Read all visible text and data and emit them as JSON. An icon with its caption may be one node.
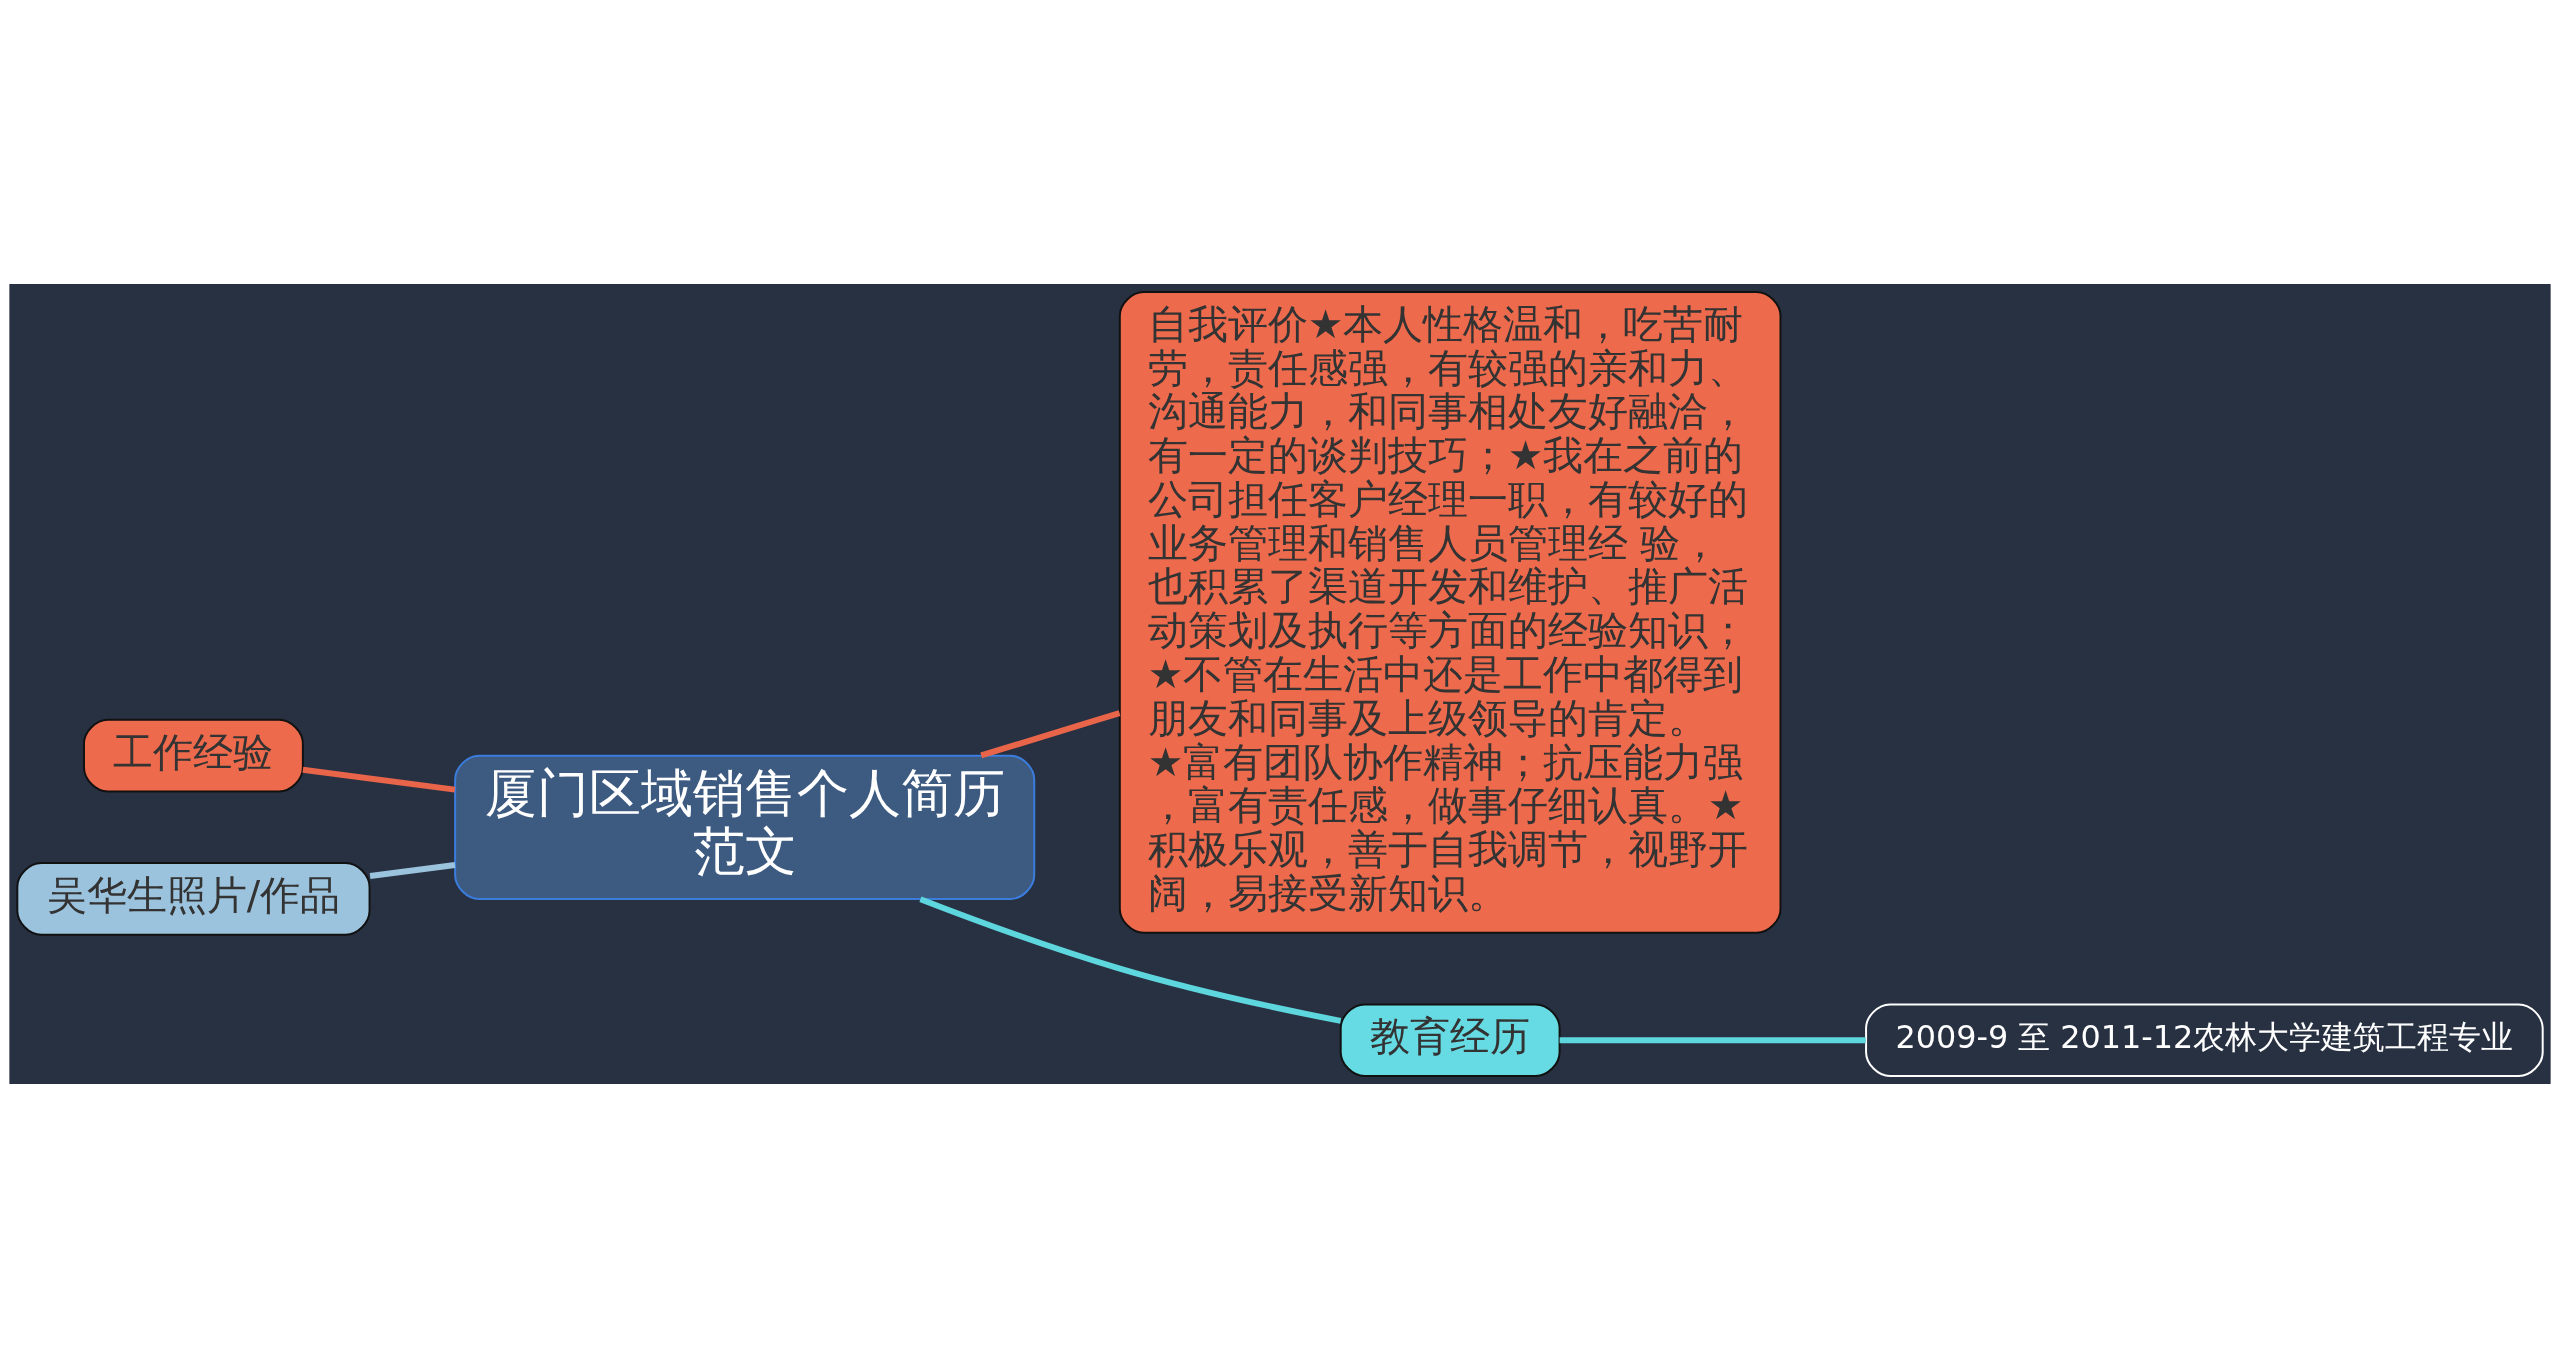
{
  "diagram": {
    "nodes": [
      {
        "text": [
          "厦门区域销售个人简历范文"
        ]
      },
      {
        "text": [
          "工作经验"
        ]
      },
      {
        "text": [
          "吴华生照片/作品"
        ]
      },
      {
        "text": [
          "自我评价★本人性格温和，吃苦耐劳，责任感强，有较强的亲和力、沟通能力，和同事相处友好融洽，有一定的谈判技巧；★我在之前的公司担任客户经理一职，有较好的业务管理和销售人员管理经 验，也积累了渠道开发和维护、推广活动策划及执行等方面的经验知识；★不管在生活中还是工作中都得到朋友和同事及上级领导的肯定。 ★富有团队协作精神；抗压能力强，富有责任感，做事仔细认真。★积极乐观，善于自我调节，视野开阔，易接受新知识。"
        ]
      },
      {
        "text": [
          "教育经历"
        ]
      },
      {
        "text": [
          "2009-9 至 2011-12农林大学建筑工程专业"
        ]
      }
    ],
    "edges": [
      {
        "from": 0,
        "to": 1,
        "arrow": "none",
        "color": "#e8654a"
      },
      {
        "from": 0,
        "to": 2,
        "arrow": "none",
        "color": "#9cc3dd"
      },
      {
        "from": 0,
        "to": 3,
        "arrow": "none",
        "color": "#e8654a"
      },
      {
        "from": 0,
        "to": 4,
        "arrow": "none",
        "color": "#5ed6de"
      },
      {
        "from": 4,
        "to": 5,
        "arrow": "none",
        "color": "#5ed6de"
      }
    ]
  }
}
